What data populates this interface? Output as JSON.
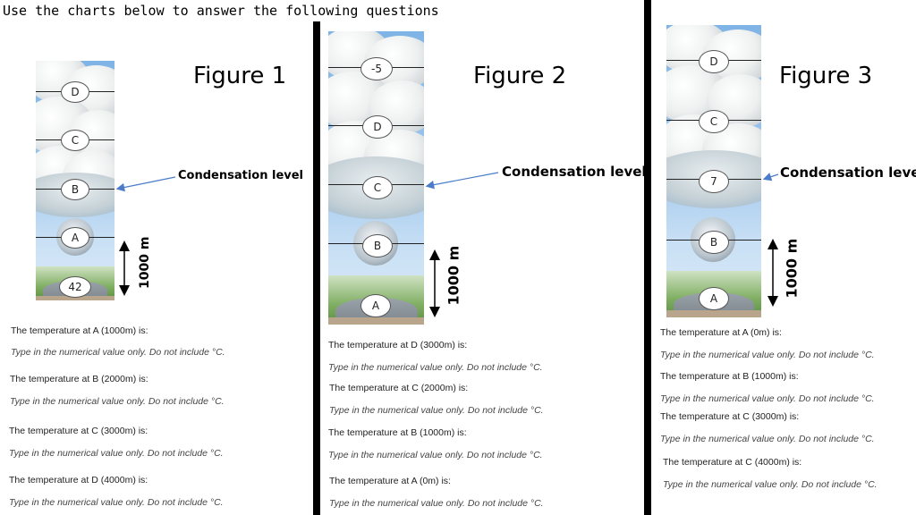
{
  "header": "Use the charts below to answer the following questions",
  "figures": [
    {
      "title": "Figure 1",
      "condensation_label": "Condensation level",
      "height_label": "1000 m",
      "markers": [
        "D",
        "C",
        "B",
        "A",
        "42"
      ],
      "questions": [
        {
          "text": "The temperature at A (1000m) is:",
          "hint": "Type in the numerical value only.  Do not include °C."
        },
        {
          "text": "The temperature at B (2000m) is:",
          "hint": "Type in the numerical value only.  Do not include °C."
        },
        {
          "text": "The temperature at C (3000m) is:",
          "hint": "Type in the numerical value only.  Do not include °C."
        },
        {
          "text": "The temperature at D (4000m) is:",
          "hint": "Type in the numerical value only.  Do not include °C."
        }
      ]
    },
    {
      "title": "Figure 2",
      "condensation_label": "Condensation level",
      "height_label": "1000 m",
      "markers": [
        "-5",
        "D",
        "C",
        "B",
        "A"
      ],
      "questions": [
        {
          "text": "The temperature at D (3000m) is:",
          "hint": "Type in the numerical value only.  Do not include °C."
        },
        {
          "text": "The temperature at C (2000m) is:",
          "hint": "Type in the numerical value only.  Do not include °C."
        },
        {
          "text": "The temperature at B (1000m) is:",
          "hint": "Type in the numerical value only.  Do not include °C."
        },
        {
          "text": "The temperature at A (0m) is:",
          "hint": "Type in the numerical value only.  Do not include °C."
        }
      ]
    },
    {
      "title": "Figure 3",
      "condensation_label": "Condensation level",
      "height_label": "1000 m",
      "markers": [
        "D",
        "C",
        "7",
        "B",
        "A"
      ],
      "questions": [
        {
          "text": "The temperature at A (0m) is:",
          "hint": "Type in the numerical value only.  Do not include °C."
        },
        {
          "text": "The temperature at B (1000m) is:",
          "hint": "Type in the numerical value only.  Do not include °C."
        },
        {
          "text": "The temperature at C (3000m) is:",
          "hint": "Type in the numerical value only.  Do not include °C."
        },
        {
          "text": "The temperature at C (4000m) is:",
          "hint": "Type in the numerical value only.  Do not include °C."
        }
      ]
    }
  ]
}
